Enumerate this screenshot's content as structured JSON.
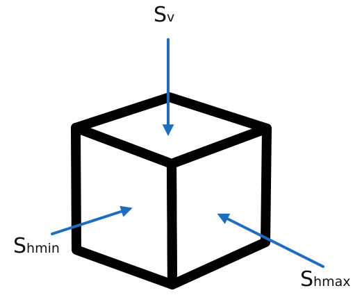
{
  "colors": {
    "cube_outline": "#000000",
    "arrow": "#1f6ebe",
    "background": "#ffffff"
  },
  "labels": {
    "sv": {
      "main": "S",
      "sub": "v"
    },
    "shmin": {
      "main": "S",
      "sub": "hmin"
    },
    "shmax": {
      "main": "S",
      "sub": "hmax"
    }
  }
}
